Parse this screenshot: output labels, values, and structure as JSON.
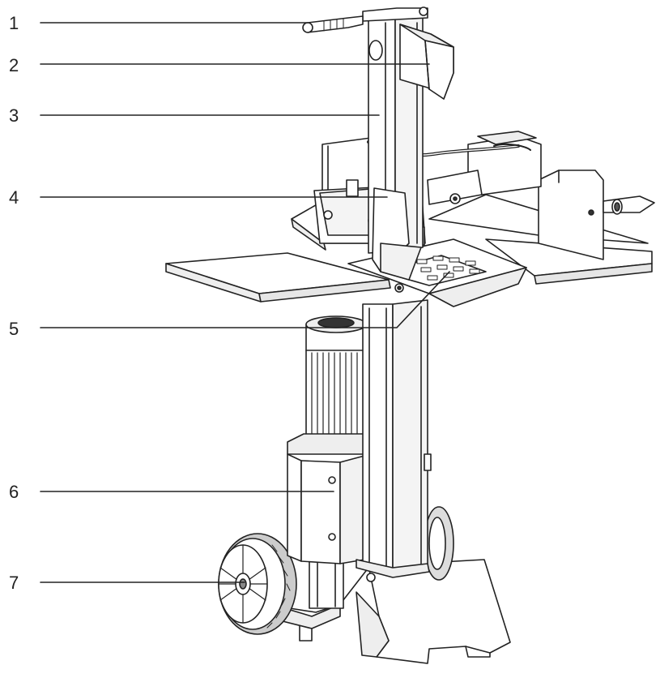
{
  "callouts": [
    {
      "number": "1"
    },
    {
      "number": "2"
    },
    {
      "number": "3"
    },
    {
      "number": "4"
    },
    {
      "number": "5"
    },
    {
      "number": "6"
    },
    {
      "number": "7"
    }
  ],
  "colors": {
    "ink": "#222222",
    "fill": "#ffffff",
    "shade": "#e6e6e6"
  }
}
